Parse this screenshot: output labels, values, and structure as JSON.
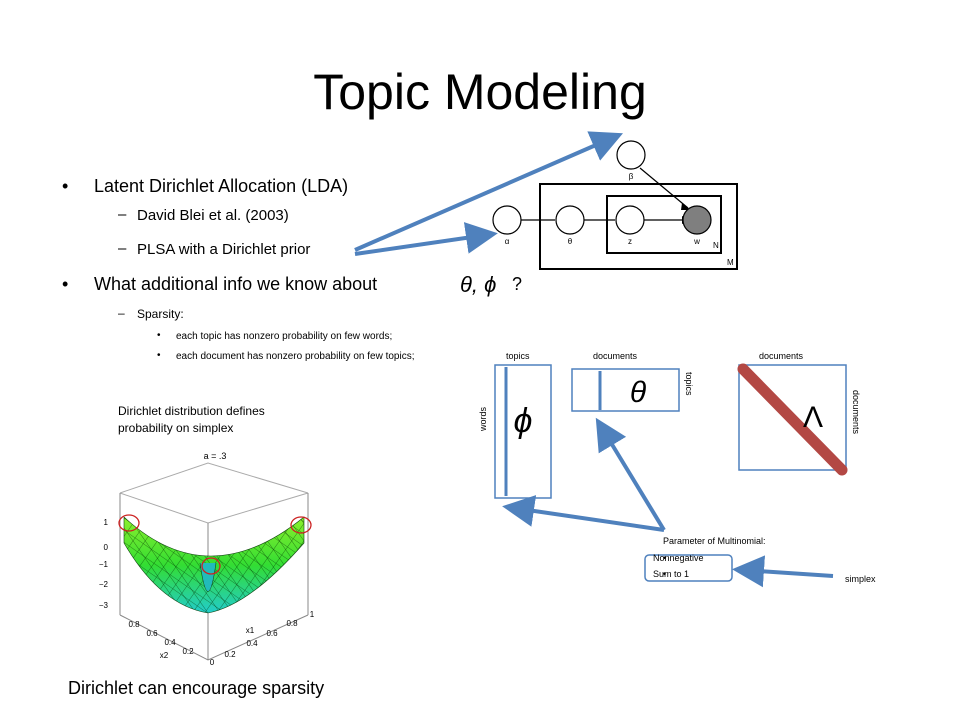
{
  "slide": {
    "title": "Topic Modeling",
    "bullets": [
      {
        "text": "Latent Dirichlet Allocation (LDA)"
      },
      {
        "text": "David Blei et al. (2003)"
      },
      {
        "text": "PLSA with a Dirichlet prior"
      },
      {
        "text": "What additional info we know about",
        "suffix": "?"
      },
      {
        "text": "Sparsity:"
      },
      {
        "text": "each topic has nonzero probability on few words;"
      },
      {
        "text": "each document has nonzero probability on few topics;"
      }
    ],
    "bullet_markers": {
      "dot": "•",
      "dash": "–"
    }
  },
  "graphical_model": {
    "nodes": [
      "β",
      "α",
      "θ",
      "z",
      "w"
    ],
    "plates": [
      "N",
      "M"
    ]
  },
  "matrices": {
    "phi": {
      "top_label": "topics",
      "side_label": "words",
      "symbol": "ϕ"
    },
    "theta": {
      "top_label": "documents",
      "side_label": "topics",
      "symbol": "θ"
    },
    "lambda": {
      "top_label": "documents",
      "side_label": "documents",
      "symbol": "Λ"
    }
  },
  "multinomial": {
    "title": "Parameter of Multinomial:",
    "items": [
      "Nonnegative",
      "Sum to 1"
    ],
    "simplex_label": "simplex"
  },
  "dirichlet_plot": {
    "caption_line1": "Dirichlet distribution defines",
    "caption_line2": "probability on simplex",
    "plot_title": "a = .3",
    "z_ticks": [
      "1",
      "0",
      "−1",
      "−2",
      "−3"
    ],
    "x2_ticks": [
      "0.8",
      "0.6",
      "0.4",
      "0.2",
      "0"
    ],
    "x1_ticks": [
      "0.2",
      "0.4",
      "0.6",
      "0.8",
      "1"
    ],
    "x2_label": "x2",
    "x1_label": "x1",
    "colors": {
      "surface": "#33dd33",
      "surface_bottom": "#22cccc",
      "mesh": "#003300",
      "highlight": "#cc2222"
    }
  },
  "bottom_caption": "Dirichlet can encourage sparsity",
  "colors": {
    "arrow": "#4f81bd",
    "diagonal": "#c0504d",
    "matrix_border": "#4f81bd",
    "node_fill_observed": "#7f7f7f"
  }
}
